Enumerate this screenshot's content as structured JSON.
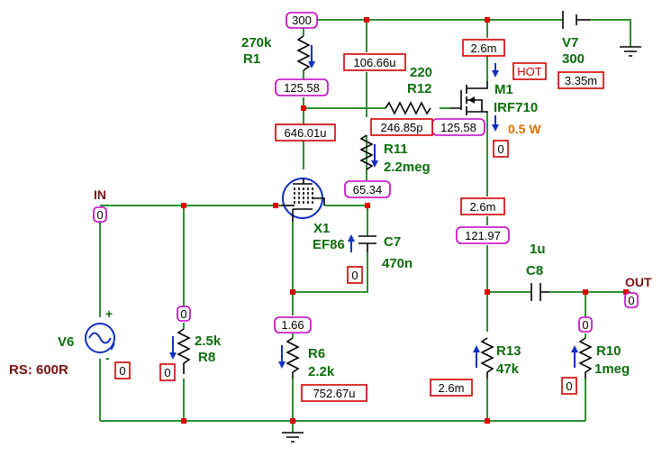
{
  "components": {
    "r1": {
      "name": "R1",
      "value": "270k"
    },
    "r12": {
      "name": "R12",
      "value": "220"
    },
    "r11": {
      "name": "R11",
      "value": "2.2meg"
    },
    "r6": {
      "name": "R6",
      "value": "2.2k"
    },
    "r8": {
      "name": "R8",
      "value": "2.5k"
    },
    "r13": {
      "name": "R13",
      "value": "47k"
    },
    "r10": {
      "name": "R10",
      "value": "1meg"
    },
    "m1": {
      "name": "M1",
      "value": "IRF710",
      "power": "0.5 W",
      "hot": "HOT"
    },
    "x1": {
      "name": "X1",
      "value": "EF86"
    },
    "c7": {
      "name": "C7",
      "value": "470n"
    },
    "c8": {
      "name": "C8",
      "value": "1u"
    },
    "v7": {
      "name": "V7",
      "value": "300"
    },
    "v6": {
      "name": "V6",
      "rs": "RS: 600R",
      "plus": "+",
      "minus": "-"
    }
  },
  "ports": {
    "in": "IN",
    "out": "OUT"
  },
  "voltages": {
    "top": "300",
    "r1_low": "125.58",
    "gate": "125.58",
    "grid2": "65.34",
    "in": "0",
    "cathode": "1.66",
    "r8_top": "0",
    "source": "121.97",
    "r10_top": "0",
    "out": "0"
  },
  "currents": {
    "r11_top": "106.66u",
    "r12": "246.85p",
    "plate": "646.01u",
    "m1_drain": "2.6m",
    "v7": "3.35m",
    "m1_gate": "0",
    "m1_source": "2.6m",
    "c7": "0",
    "v6": "0",
    "r8": "0",
    "r6": "752.67u",
    "r13": "2.6m",
    "r10": "0"
  }
}
